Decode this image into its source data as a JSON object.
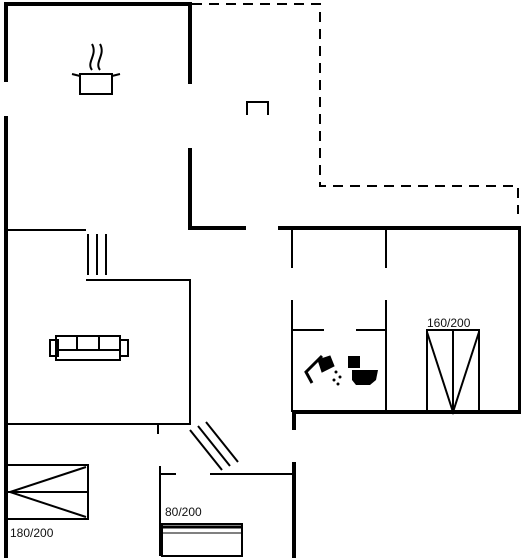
{
  "colors": {
    "wall": "#000000",
    "background": "#ffffff"
  },
  "icons": [
    "cooking-pot-icon",
    "sofa-icon",
    "shower-icon",
    "toilet-icon"
  ],
  "beds": {
    "double_bed_right": "160/200",
    "bunk_left": "180/200",
    "single_bed": "80/200"
  }
}
